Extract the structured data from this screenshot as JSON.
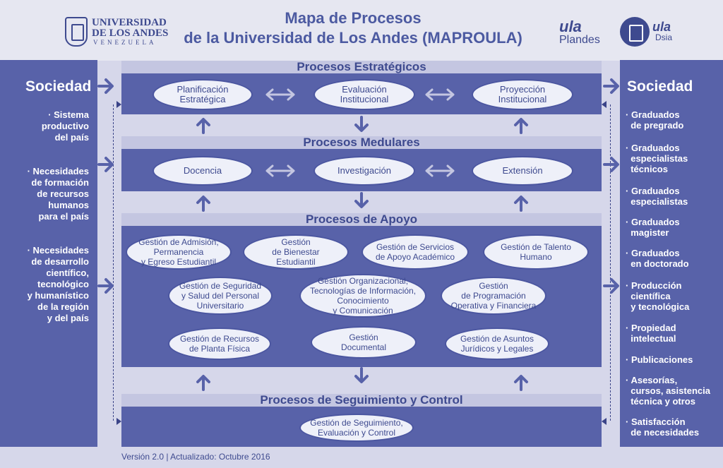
{
  "header": {
    "title_line1": "Mapa de Procesos",
    "title_line2": "de la Universidad de Los Andes (MAPROULA)",
    "university_line1": "UNIVERSIDAD",
    "university_line2": "DE LOS ANDES",
    "university_line3": "VENEZUELA",
    "logo_plandes_top": "ula",
    "logo_plandes_bottom": "Plandes",
    "logo_dsia_top": "ula",
    "logo_dsia_bottom": "Dsia"
  },
  "left": {
    "title": "Sociedad",
    "items": [
      "· Sistema\nproductivo\ndel país",
      "· Necesidades\nde formación\nde recursos\nhumanos\npara el país",
      "· Necesidades\nde desarrollo\ncientífico,\ntecnológico\ny humanístico\nde la región\ny del país"
    ]
  },
  "right": {
    "title": "Sociedad",
    "items": [
      "· Graduados\n  de pregrado",
      "· Graduados\n  especialistas\n  técnicos",
      "· Graduados\n  especialistas",
      "· Graduados\n  magister",
      "· Graduados\n  en doctorado",
      "· Producción\n  científica\n  y tecnológica",
      "· Propiedad\n  intelectual",
      "· Publicaciones",
      "· Asesorías,\n  cursos, asistencia\n  técnica y otros",
      "· Satisfacción\n  de necesidades"
    ]
  },
  "bands": {
    "estrategicos": {
      "title": "Procesos Estratégicos",
      "items": [
        "Planificación\nEstratégica",
        "Evaluación\nInstitucional",
        "Proyección\nInstitucional"
      ]
    },
    "medulares": {
      "title": "Procesos Medulares",
      "items": [
        "Docencia",
        "Investigación",
        "Extensión"
      ]
    },
    "apoyo": {
      "title": "Procesos de Apoyo",
      "items": [
        "Gestión de Admisión,\nPermanencia\ny Egreso Estudiantil",
        "Gestión\nde Bienestar\nEstudiantil",
        "Gestión de Servicios\nde Apoyo Académico",
        "Gestión de Talento\nHumano",
        "Gestión de Seguridad\ny Salud del Personal\nUniversitario",
        "Gestión Organizacional,\nTecnologías de  Información,\nConocimiento\ny Comunicación",
        "Gestión\nde Programación\nOperativa y Financiera",
        "Gestión de Recursos\nde Planta Física",
        "Gestión\nDocumental",
        "Gestión de Asuntos\nJurídicos y Legales"
      ]
    },
    "control": {
      "title": "Procesos de Seguimiento y Control",
      "items": [
        "Gestión de Seguimiento,\nEvaluación y Control"
      ]
    }
  },
  "footer": "Versión 2.0 | Actualizado: Octubre 2016",
  "colors": {
    "panel": "#5862a9",
    "title_band": "#c4c6e1",
    "ellipse_fill": "#eef0f9",
    "text_dark": "#3e4a8f",
    "background": "#d6d7ea"
  }
}
